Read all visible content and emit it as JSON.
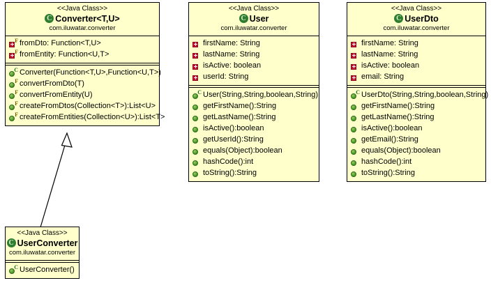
{
  "diagram": {
    "type": "uml-class-diagram",
    "background_color": "#ffffff",
    "class_fill_color": "#ffffcc",
    "class_border_color": "#000000",
    "field_icon_color": "#c8102e",
    "method_icon_color": "#4c9a2a",
    "class_icon_color": "#2f7d2f"
  },
  "classes": [
    {
      "id": "converter",
      "stereotype": "<<Java Class>>",
      "name": "Converter<T,U>",
      "package": "com.iluwatar.converter",
      "icon": "java-class-icon",
      "fields": [
        {
          "icon": "private-field-icon",
          "badge": "F",
          "label": "fromDto: Function<T,U>"
        },
        {
          "icon": "private-field-icon",
          "badge": "F",
          "label": "fromEntity: Function<U,T>"
        }
      ],
      "methods": [
        {
          "icon": "public-method-icon",
          "badge": "C",
          "label": "Converter(Function<T,U>,Function<U,T>)"
        },
        {
          "icon": "public-method-icon",
          "badge": "F",
          "label": "convertFromDto(T)"
        },
        {
          "icon": "public-method-icon",
          "badge": "F",
          "label": "convertFromEntity(U)"
        },
        {
          "icon": "public-method-icon",
          "badge": "F",
          "label": "createFromDtos(Collection<T>):List<U>"
        },
        {
          "icon": "public-method-icon",
          "badge": "F",
          "label": "createFromEntities(Collection<U>):List<T>"
        }
      ]
    },
    {
      "id": "user",
      "stereotype": "<<Java Class>>",
      "name": "User",
      "package": "com.iluwatar.converter",
      "icon": "java-class-icon",
      "fields": [
        {
          "icon": "private-field-icon",
          "badge": "",
          "label": "firstName: String"
        },
        {
          "icon": "private-field-icon",
          "badge": "",
          "label": "lastName: String"
        },
        {
          "icon": "private-field-icon",
          "badge": "",
          "label": "isActive: boolean"
        },
        {
          "icon": "private-field-icon",
          "badge": "",
          "label": "userId: String"
        }
      ],
      "methods": [
        {
          "icon": "public-method-icon",
          "badge": "C",
          "label": "User(String,String,boolean,String)"
        },
        {
          "icon": "public-method-icon",
          "badge": "",
          "label": "getFirstName():String"
        },
        {
          "icon": "public-method-icon",
          "badge": "",
          "label": "getLastName():String"
        },
        {
          "icon": "public-method-icon",
          "badge": "",
          "label": "isActive():boolean"
        },
        {
          "icon": "public-method-icon",
          "badge": "",
          "label": "getUserId():String"
        },
        {
          "icon": "public-method-icon",
          "badge": "",
          "label": "equals(Object):boolean"
        },
        {
          "icon": "public-method-icon",
          "badge": "",
          "label": "hashCode():int"
        },
        {
          "icon": "public-method-icon",
          "badge": "",
          "label": "toString():String"
        }
      ]
    },
    {
      "id": "userdto",
      "stereotype": "<<Java Class>>",
      "name": "UserDto",
      "package": "com.iluwatar.converter",
      "icon": "java-class-icon",
      "fields": [
        {
          "icon": "private-field-icon",
          "badge": "",
          "label": "firstName: String"
        },
        {
          "icon": "private-field-icon",
          "badge": "",
          "label": "lastName: String"
        },
        {
          "icon": "private-field-icon",
          "badge": "",
          "label": "isActive: boolean"
        },
        {
          "icon": "private-field-icon",
          "badge": "",
          "label": "email: String"
        }
      ],
      "methods": [
        {
          "icon": "public-method-icon",
          "badge": "C",
          "label": "UserDto(String,String,boolean,String)"
        },
        {
          "icon": "public-method-icon",
          "badge": "",
          "label": "getFirstName():String"
        },
        {
          "icon": "public-method-icon",
          "badge": "",
          "label": "getLastName():String"
        },
        {
          "icon": "public-method-icon",
          "badge": "",
          "label": "isActive():boolean"
        },
        {
          "icon": "public-method-icon",
          "badge": "",
          "label": "getEmail():String"
        },
        {
          "icon": "public-method-icon",
          "badge": "",
          "label": "equals(Object):boolean"
        },
        {
          "icon": "public-method-icon",
          "badge": "",
          "label": "hashCode():int"
        },
        {
          "icon": "public-method-icon",
          "badge": "",
          "label": "toString():String"
        }
      ]
    },
    {
      "id": "userconverter",
      "stereotype": "<<Java Class>>",
      "name": "UserConverter",
      "package": "com.iluwatar.converter",
      "icon": "java-class-icon",
      "fields": [],
      "methods": [
        {
          "icon": "public-method-icon",
          "badge": "C",
          "label": "UserConverter()"
        }
      ]
    }
  ],
  "relationships": [
    {
      "id": "generalization-userconverter-converter",
      "type": "generalization",
      "from": "userconverter",
      "to": "converter",
      "arrow": "hollow-triangle"
    }
  ]
}
